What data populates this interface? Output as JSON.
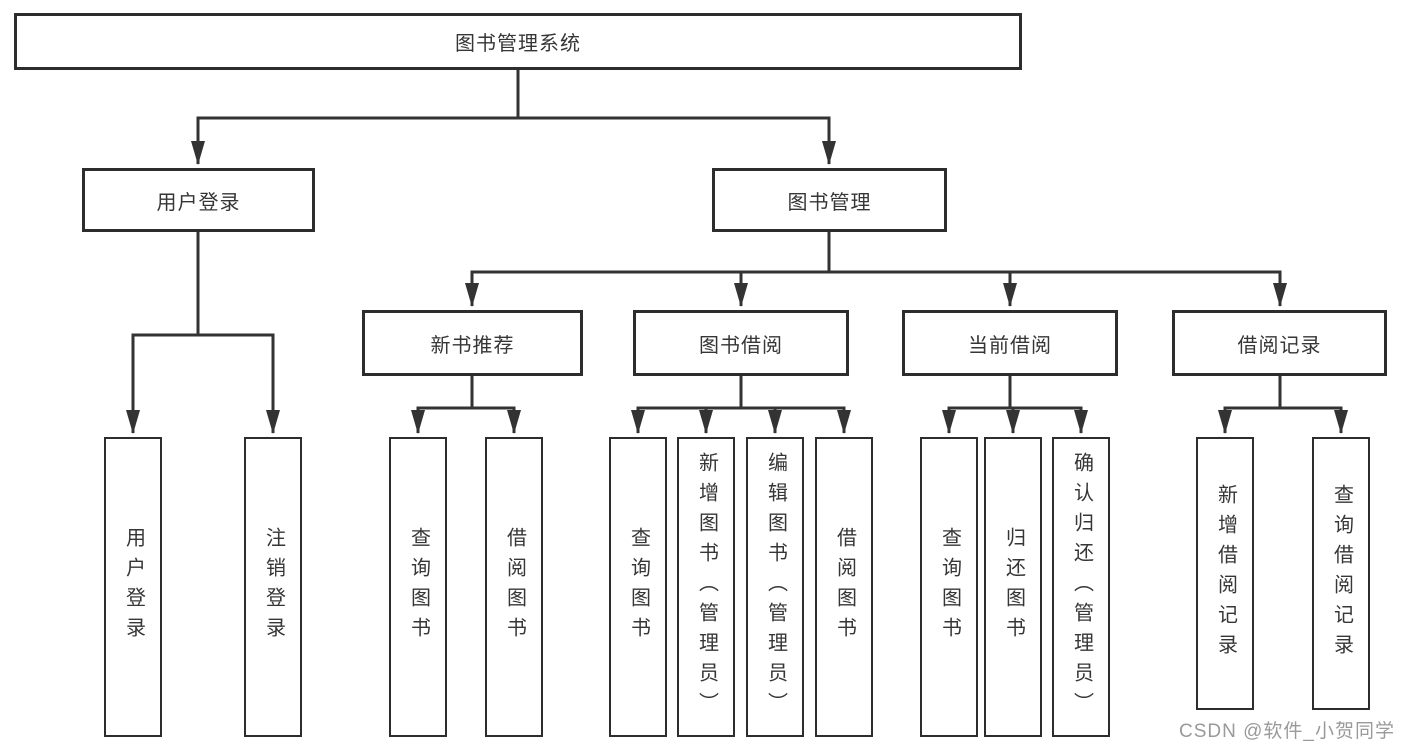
{
  "colors": {
    "line": "#333333",
    "box_border": "#2d2d2d",
    "text": "#363636",
    "background": "#ffffff",
    "watermark": "#9a9a9a"
  },
  "diagram": {
    "type": "hierarchy-tree",
    "root": {
      "label": "图书管理系统"
    },
    "level2": [
      {
        "id": "user-login",
        "label": "用户登录",
        "parent": "图书管理系统"
      },
      {
        "id": "book-management",
        "label": "图书管理",
        "parent": "图书管理系统"
      }
    ],
    "level3": [
      {
        "id": "new-book-recommend",
        "label": "新书推荐",
        "parent": "图书管理"
      },
      {
        "id": "book-borrowing",
        "label": "图书借阅",
        "parent": "图书管理"
      },
      {
        "id": "current-borrowing",
        "label": "当前借阅",
        "parent": "图书管理"
      },
      {
        "id": "borrowing-records",
        "label": "借阅记录",
        "parent": "图书管理"
      }
    ],
    "level4": [
      {
        "label": "用户登录",
        "parent": "用户登录"
      },
      {
        "label": "注销登录",
        "parent": "用户登录"
      },
      {
        "label": "查询图书",
        "parent": "新书推荐"
      },
      {
        "label": "借阅图书",
        "parent": "新书推荐"
      },
      {
        "label": "查询图书",
        "parent": "图书借阅"
      },
      {
        "label": "新增图书（管理员）",
        "parent": "图书借阅"
      },
      {
        "label": "编辑图书（管理员）",
        "parent": "图书借阅"
      },
      {
        "label": "借阅图书",
        "parent": "图书借阅"
      },
      {
        "label": "查询图书",
        "parent": "当前借阅"
      },
      {
        "label": "归还图书",
        "parent": "当前借阅"
      },
      {
        "label": "确认归还（管理员）",
        "parent": "当前借阅"
      },
      {
        "label": "新增借阅记录",
        "parent": "借阅记录"
      },
      {
        "label": "查询借阅记录",
        "parent": "借阅记录"
      }
    ],
    "watermark": "CSDN @软件_小贺同学"
  }
}
